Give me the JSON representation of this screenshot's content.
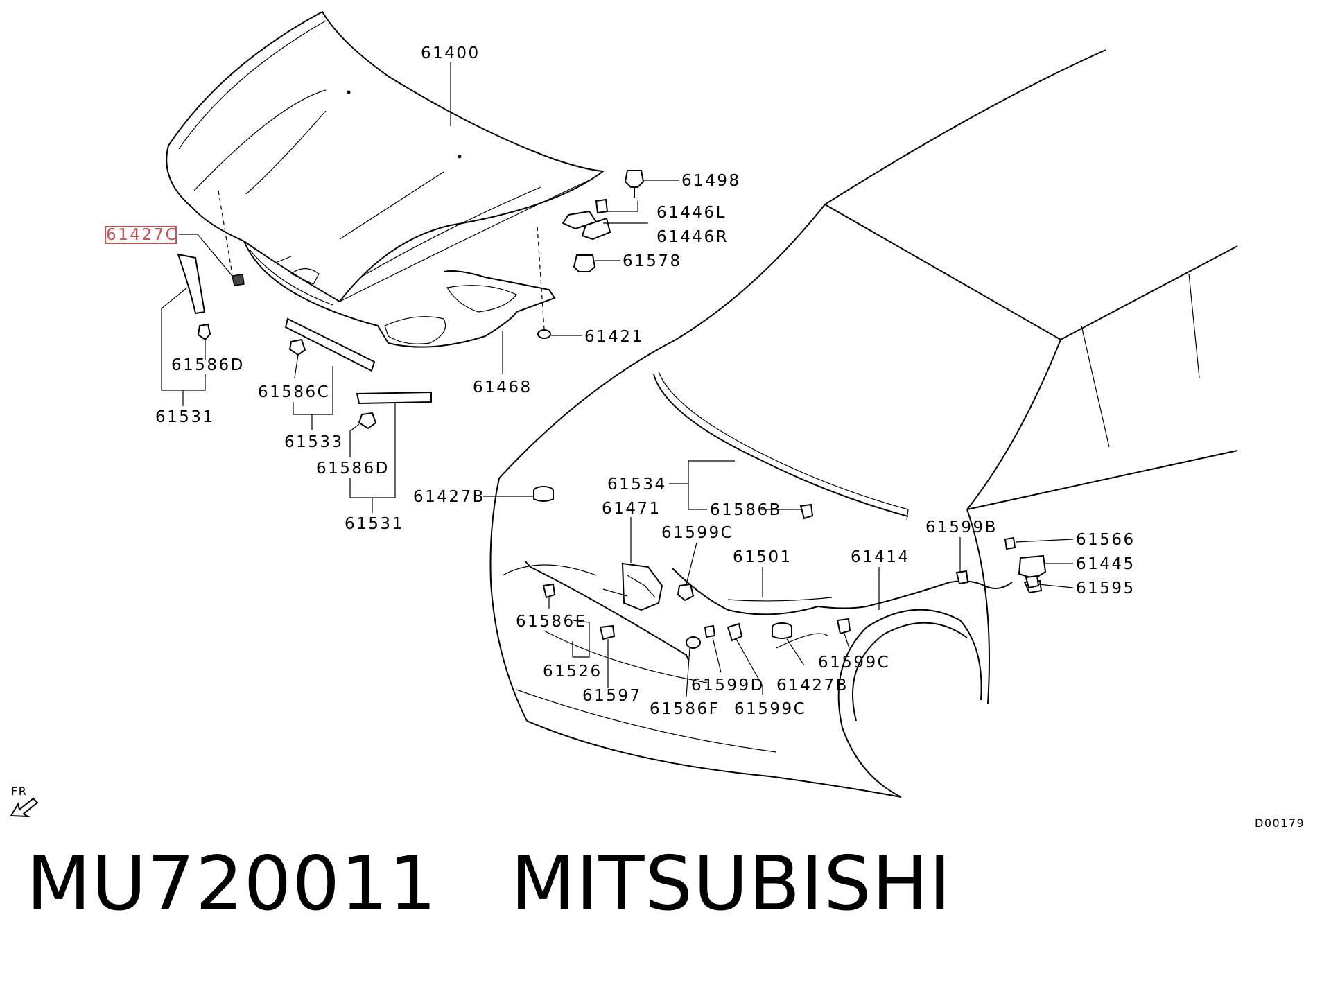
{
  "part_labels": [
    "61400",
    "61498",
    "61446L",
    "61446R",
    "61578",
    "61427C",
    "61421",
    "61586D",
    "61531",
    "61586C",
    "61533",
    "61468",
    "61586D",
    "61531",
    "61427B",
    "61534",
    "61586B",
    "61471",
    "61599C",
    "61501",
    "61414",
    "61599B",
    "61566",
    "61445",
    "61595",
    "61586E",
    "61526",
    "61597",
    "61586F",
    "61599D",
    "61599C",
    "61427B",
    "61599C"
  ],
  "orientation_mark": "FR",
  "diagram_code": "D00179",
  "caption": {
    "part_number": "MU720011",
    "brand": "MITSUBISHI"
  },
  "highlight_color": "#c85050"
}
